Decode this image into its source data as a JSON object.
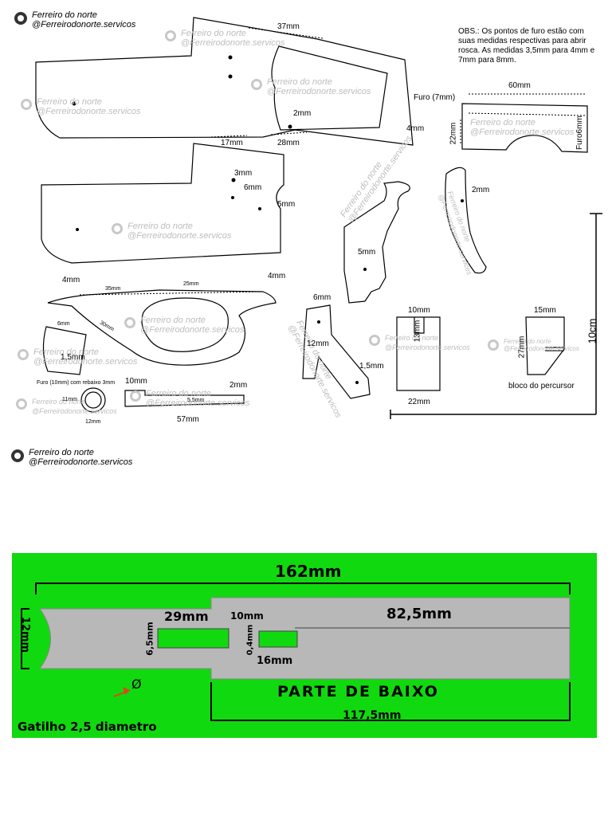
{
  "brand": {
    "name": "Ferreiro do norte",
    "handle": "@Ferreirodonorte.servicos"
  },
  "watermark": {
    "name": "Ferreiro do norte",
    "handle": "@Ferreirodonorte.servicos"
  },
  "obs_note": "OBS.: Os pontos de furo estão com suas medidas respectivas para abrir rosca. As medidas 3,5mm para 4mm e 7mm para 8mm.",
  "upper_labels": {
    "l37": "37mm",
    "furo7": "Furo (7mm)",
    "l4a": "4mm",
    "l2a": "2mm",
    "l17": "17mm",
    "l28": "28mm",
    "l60": "60mm",
    "l22": "22mm",
    "furo6": "Furo6mm",
    "l3": "3mm",
    "l6a": "6mm",
    "l5a": "5mm",
    "l5b": "5mm",
    "l2b": "2mm",
    "l10cm": "10cm",
    "l4b": "4mm",
    "l4c": "4mm",
    "l35": "35mm",
    "l25": "25mm",
    "l30": "30mm",
    "l6b": "6mm",
    "l15a": "1,5mm",
    "l6c": "6mm",
    "l12": "12mm",
    "l15b": "1,5mm",
    "l10a": "10mm",
    "l13": "13mm",
    "l22b": "22mm",
    "l15c": "15mm",
    "l27": "27mm",
    "bloco": "bloco do percursor",
    "furo10": "Furo (10mm) com rebaixo 3mm",
    "l11": "11mm",
    "l12b": "12mm",
    "l10b": "10mm",
    "l2c": "2mm",
    "l55": "5,5mm",
    "l57": "57mm"
  },
  "lower_diagram": {
    "total": "162mm",
    "height": "12mm",
    "slot1_len": "29mm",
    "slot1_h": "6,5mm",
    "gap": "10mm",
    "slot2_h": "0,4mm",
    "slot2_len": "16mm",
    "rest": "82,5mm",
    "title": "PARTE DE BAIXO",
    "bottom": "117,5mm",
    "gatilho": "Gatilho 2,5 diametro",
    "diam_symbol": "Ø"
  },
  "colors": {
    "panel": "#11d90f",
    "part": "#b8b8b8",
    "arrow": "#e0451a"
  }
}
